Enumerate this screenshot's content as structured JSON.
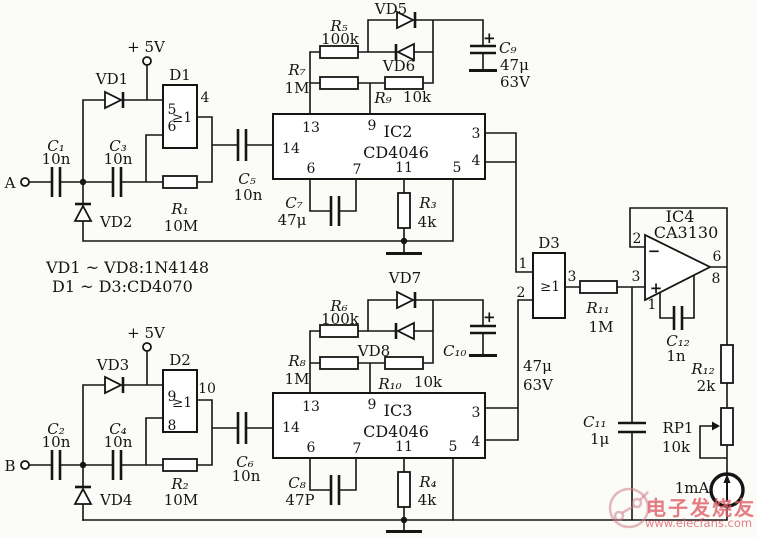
{
  "colors": {
    "ink": "#151515",
    "paper": "#fbfbf8",
    "watermark": "#df5f69"
  },
  "terminals": {
    "a": "A",
    "b": "B",
    "rail_a": "+ 5V",
    "rail_b": "+ 5V"
  },
  "notes": {
    "line1": "VD1 ~ VD8:1N4148",
    "line2": "D1 ~ D3:CD4070"
  },
  "gates": {
    "d1": {
      "ref": "D1",
      "symbol": "≥1",
      "in1": "5",
      "in2": "6",
      "out": "4"
    },
    "d2": {
      "ref": "D2",
      "symbol": "≥1",
      "in1": "9",
      "in2": "8",
      "out": "10"
    },
    "d3": {
      "ref": "D3",
      "symbol": "≥1",
      "in1": "1",
      "in2": "2",
      "out": "3"
    }
  },
  "ics": {
    "ic2": {
      "ref": "IC2",
      "part": "CD4046",
      "p13": "13",
      "p9": "9",
      "p14": "14",
      "p6": "6",
      "p7": "7",
      "p11": "11",
      "p5": "5",
      "p3": "3",
      "p4": "4"
    },
    "ic3": {
      "ref": "IC3",
      "part": "CD4046",
      "p13": "13",
      "p9": "9",
      "p14": "14",
      "p6": "6",
      "p7": "7",
      "p11": "11",
      "p5": "5",
      "p3": "3",
      "p4": "4"
    },
    "ic4": {
      "ref": "IC4",
      "part": "CA3130",
      "p2": "2",
      "p3": "3",
      "p6": "6",
      "p8": "8",
      "p1": "1",
      "inv": "−",
      "noninv": "+"
    }
  },
  "resistors": {
    "r1": {
      "ref": "R₁",
      "value": "10M"
    },
    "r2": {
      "ref": "R₂",
      "value": "10M"
    },
    "r3": {
      "ref": "R₃",
      "value": "4k"
    },
    "r4": {
      "ref": "R₄",
      "value": "4k"
    },
    "r5": {
      "ref": "R₅",
      "value": "100k"
    },
    "r6": {
      "ref": "R₆",
      "value": "100k"
    },
    "r7": {
      "ref": "R₇",
      "value": "1M"
    },
    "r8": {
      "ref": "R₈",
      "value": "1M"
    },
    "r9": {
      "ref": "R₉",
      "value": "10k"
    },
    "r10": {
      "ref": "R₁₀",
      "value": "10k"
    },
    "r11": {
      "ref": "R₁₁",
      "value": "1M"
    },
    "r12": {
      "ref": "R₁₂",
      "value": "2k"
    },
    "rp1": {
      "ref": "RP1",
      "value": "10k"
    }
  },
  "capacitors": {
    "c1": {
      "ref": "C₁",
      "value": "10n"
    },
    "c2": {
      "ref": "C₂",
      "value": "10n"
    },
    "c3": {
      "ref": "C₃",
      "value": "10n"
    },
    "c4": {
      "ref": "C₄",
      "value": "10n"
    },
    "c5": {
      "ref": "C₅",
      "value": "10n"
    },
    "c6": {
      "ref": "C₆",
      "value": "10n"
    },
    "c7": {
      "ref": "C₇",
      "value": "47μ"
    },
    "c8": {
      "ref": "C₈",
      "value": "47P"
    },
    "c9": {
      "ref": "C₉",
      "value": "47μ",
      "voltage": "63V",
      "polarity": "+"
    },
    "c10": {
      "ref": "C₁₀",
      "value": "47μ",
      "voltage": "63V",
      "polarity": "+"
    },
    "c11": {
      "ref": "C₁₁",
      "value": "1μ"
    },
    "c12": {
      "ref": "C₁₂",
      "value": "1n"
    }
  },
  "diodes": {
    "vd1": "VD1",
    "vd2": "VD2",
    "vd3": "VD3",
    "vd4": "VD4",
    "vd5": "VD5",
    "vd6": "VD6",
    "vd7": "VD7",
    "vd8": "VD8"
  },
  "meter": {
    "label": "1mA"
  },
  "watermark": {
    "brand": "电子发烧友",
    "url": "www.elecfans.com"
  }
}
